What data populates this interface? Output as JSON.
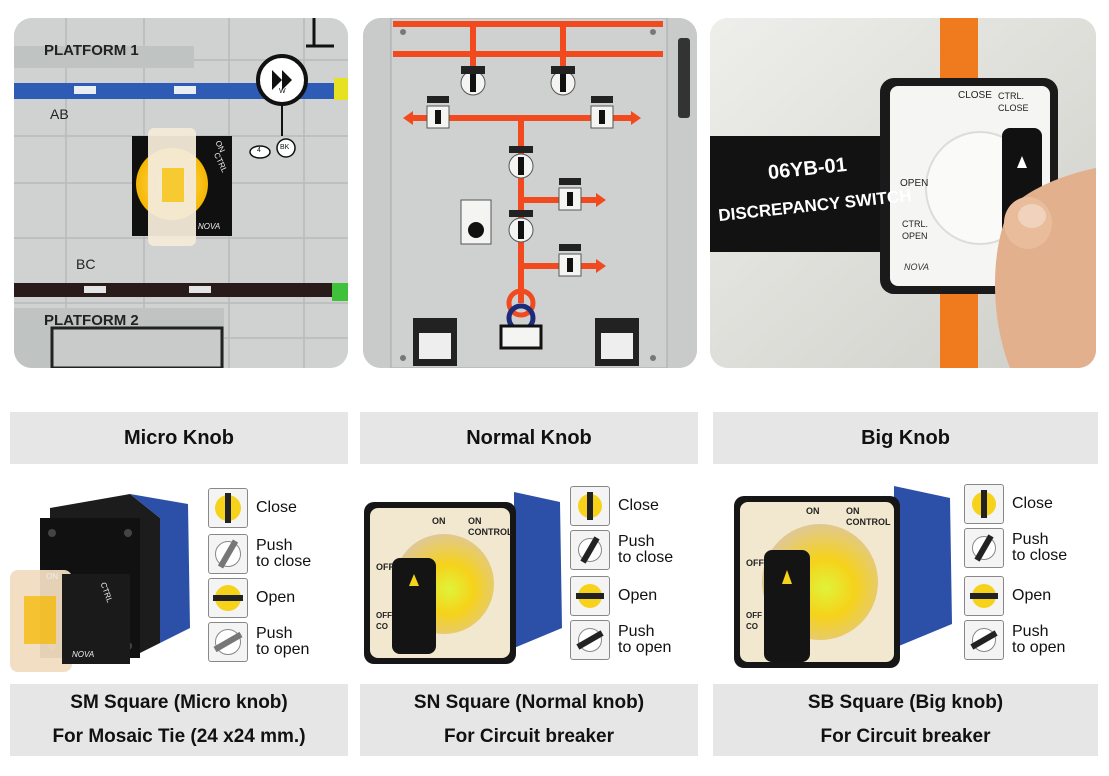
{
  "photos": {
    "photo1": {
      "platform_top": "PLATFORM 1",
      "platform_bottom": "PLATFORM 2",
      "label_ab": "AB",
      "label_bc": "BC",
      "symbol_w": "W",
      "symbol_bk": "BK",
      "symbol_4": "4",
      "switch_on": "ON",
      "switch_ctrl": "CTRL",
      "brand": "NOVA"
    },
    "photo3": {
      "tag_line1": "06YB-01",
      "tag_line2": "DISCREPANCY SWITCH",
      "close": "CLOSE",
      "ctrl_close": "CTRL. CLOSE",
      "open": "OPEN",
      "ctrl_open": "CTRL. OPEN",
      "brand": "NOVA"
    }
  },
  "products": [
    {
      "title": "Micro Knob",
      "footer_line1": "SM Square (Micro knob)",
      "footer_line2": "For Mosaic Tie (24 x24 mm.)",
      "device_on": "ON",
      "device_ctrl": "CTRL",
      "device_brand": "NOVA",
      "legend": [
        {
          "label1": "Close",
          "label2": ""
        },
        {
          "label1": "Push",
          "label2": "to close"
        },
        {
          "label1": "Open",
          "label2": ""
        },
        {
          "label1": "Push",
          "label2": "to open"
        }
      ]
    },
    {
      "title": "Normal Knob",
      "footer_line1": "SN Square (Normal knob)",
      "footer_line2": "For Circuit breaker",
      "device_on": "ON",
      "device_on_control": "ON CONTROL",
      "device_off": "OFF",
      "device_off_control": "OFF CO",
      "legend": [
        {
          "label1": "Close",
          "label2": ""
        },
        {
          "label1": "Push",
          "label2": "to close"
        },
        {
          "label1": "Open",
          "label2": ""
        },
        {
          "label1": "Push",
          "label2": "to open"
        }
      ]
    },
    {
      "title": "Big Knob",
      "footer_line1": "SB Square (Big knob)",
      "footer_line2": "For Circuit breaker",
      "device_on": "ON",
      "device_on_control": "ON CONTROL",
      "device_off": "OFF",
      "device_off_control": "OFF CO",
      "legend": [
        {
          "label1": "Close",
          "label2": ""
        },
        {
          "label1": "Push",
          "label2": "to close"
        },
        {
          "label1": "Open",
          "label2": ""
        },
        {
          "label1": "Push",
          "label2": "to open"
        }
      ]
    }
  ],
  "colors": {
    "mimic_red": "#f04a1e",
    "knob_yellow": "#f6d21a",
    "panel_box": "#e6e6e6",
    "knob_body": "#1c1c1c"
  }
}
